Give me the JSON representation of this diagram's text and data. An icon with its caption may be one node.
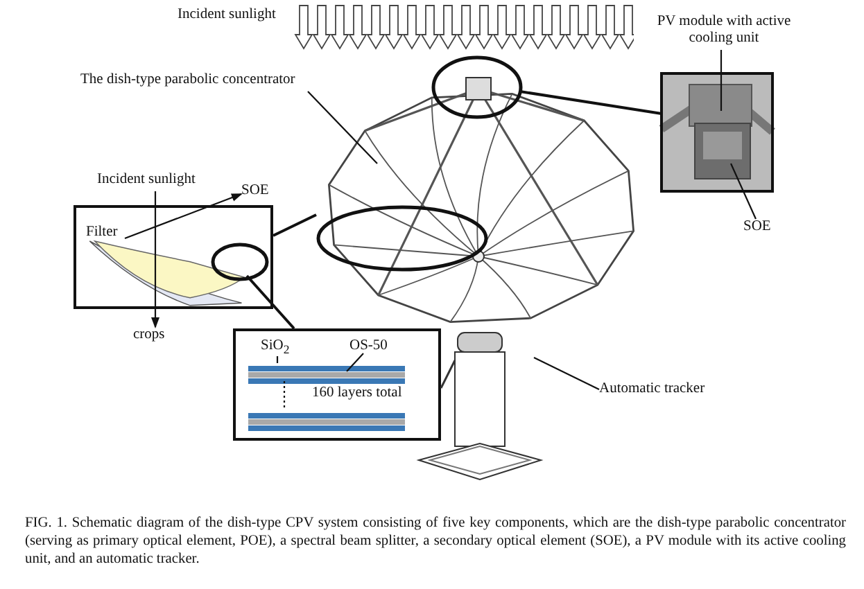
{
  "diagram": {
    "caption": "FIG. 1. Schematic diagram of the dish-type CPV system consisting of five key components, which are the dish-type parabolic concentrator (serving as primary optical element, POE), a spectral beam splitter, a secondary optical element (SOE), a PV module with its active cooling unit, and an automatic tracker.",
    "nodes": [
      {
        "text": [],
        "shape": "picture"
      },
      {
        "text": [
          "The dish-type parabolic concentrator"
        ]
      },
      {
        "text": [],
        "shape": "circle"
      },
      {
        "text": [
          "PV module with active cooling unit"
        ]
      },
      {
        "text": [],
        "shape": "picture"
      },
      {
        "text": [
          "SOE"
        ]
      },
      {
        "text": [
          "Incident sunlight"
        ]
      },
      {
        "text": [
          "SOE"
        ]
      },
      {
        "text": [],
        "shape": "circle"
      },
      {
        "text": [],
        "shape": "box"
      },
      {
        "text": [
          "Filter"
        ],
        "in": 9
      },
      {
        "text": [],
        "shape": "circle",
        "in": 9
      },
      {
        "text": [
          "crops"
        ]
      },
      {
        "text": [],
        "shape": "box"
      },
      {
        "text": [
          "SiO$_{2}$"
        ],
        "in": 13
      },
      {
        "text": [
          "OS-50"
        ],
        "in": 13
      },
      {
        "text": [],
        "shape": "bar",
        "in": 13
      },
      {
        "text": [],
        "shape": "bar",
        "in": 13
      },
      {
        "text": [],
        "shape": "picture"
      },
      {
        "text": [
          "Automatic tracker"
        ]
      }
    ],
    "edges": [
      {
        "from": 1,
        "to": 0,
        "arrow": "none"
      },
      {
        "from": 2,
        "to": 4,
        "arrow": "none"
      },
      {
        "from": 3,
        "to": 4,
        "arrow": "none"
      },
      {
        "from": 5,
        "to": 4,
        "arrow": "none"
      },
      {
        "from": 6,
        "to": 12,
        "arrow": "to"
      },
      {
        "from": 10,
        "to": 7,
        "arrow": "to"
      },
      {
        "from": 8,
        "to": 9,
        "arrow": "none"
      },
      {
        "from": 11,
        "to": 13,
        "arrow": "none"
      },
      {
        "from": 14,
        "to": 16,
        "arrow": "none"
      },
      {
        "from": 15,
        "to": 16,
        "arrow": "none"
      },
      {
        "from": 16,
        "to": 17,
        "arrow": "none",
        "style": "dashed"
      },
      {
        "from": 19,
        "to": 18,
        "arrow": "none"
      }
    ],
    "labels": [
      "Incident sunlight",
      "160 layers total"
    ]
  }
}
